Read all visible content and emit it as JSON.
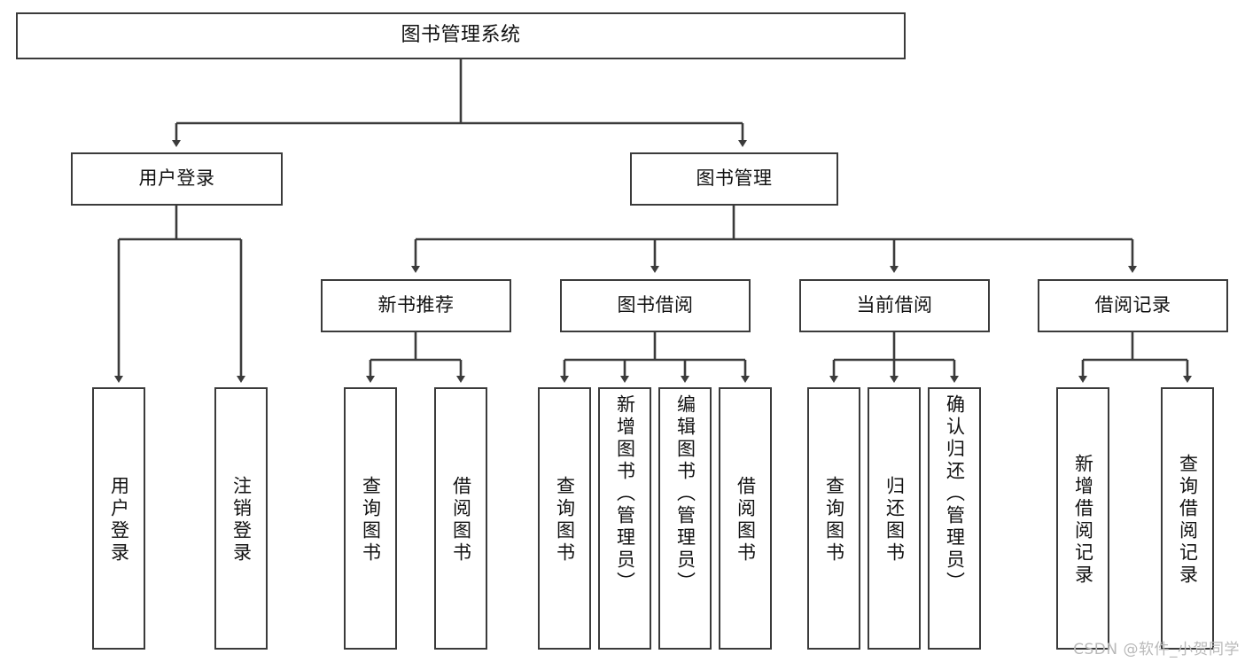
{
  "diagram": {
    "title": "图书管理系统",
    "type": "tree-hierarchy",
    "root": {
      "label": "图书管理系统"
    },
    "level2": [
      {
        "label": "用户登录"
      },
      {
        "label": "图书管理"
      }
    ],
    "level3": [
      {
        "label": "新书推荐"
      },
      {
        "label": "图书借阅"
      },
      {
        "label": "当前借阅"
      },
      {
        "label": "借阅记录"
      }
    ],
    "leaves": {
      "user_login": [
        {
          "label": "用户登录"
        },
        {
          "label": "注销登录"
        }
      ],
      "new_book_recommend": [
        {
          "label": "查询图书"
        },
        {
          "label": "借阅图书"
        }
      ],
      "book_borrow": [
        {
          "label": "查询图书"
        },
        {
          "label": "新增图书（管理员）"
        },
        {
          "label": "编辑图书（管理员）"
        },
        {
          "label": "借阅图书"
        }
      ],
      "current_borrow": [
        {
          "label": "查询图书"
        },
        {
          "label": "归还图书"
        },
        {
          "label": "确认归还（管理员）"
        }
      ],
      "borrow_record": [
        {
          "label": "新增借阅记录"
        },
        {
          "label": "查询借阅记录"
        }
      ]
    }
  },
  "watermark": {
    "text": "CSDN @软件_小贺同学"
  },
  "colors": {
    "stroke": "#3b3b3b",
    "fill": "#ffffff",
    "text": "#111111",
    "watermark": "#b9b9b9"
  }
}
